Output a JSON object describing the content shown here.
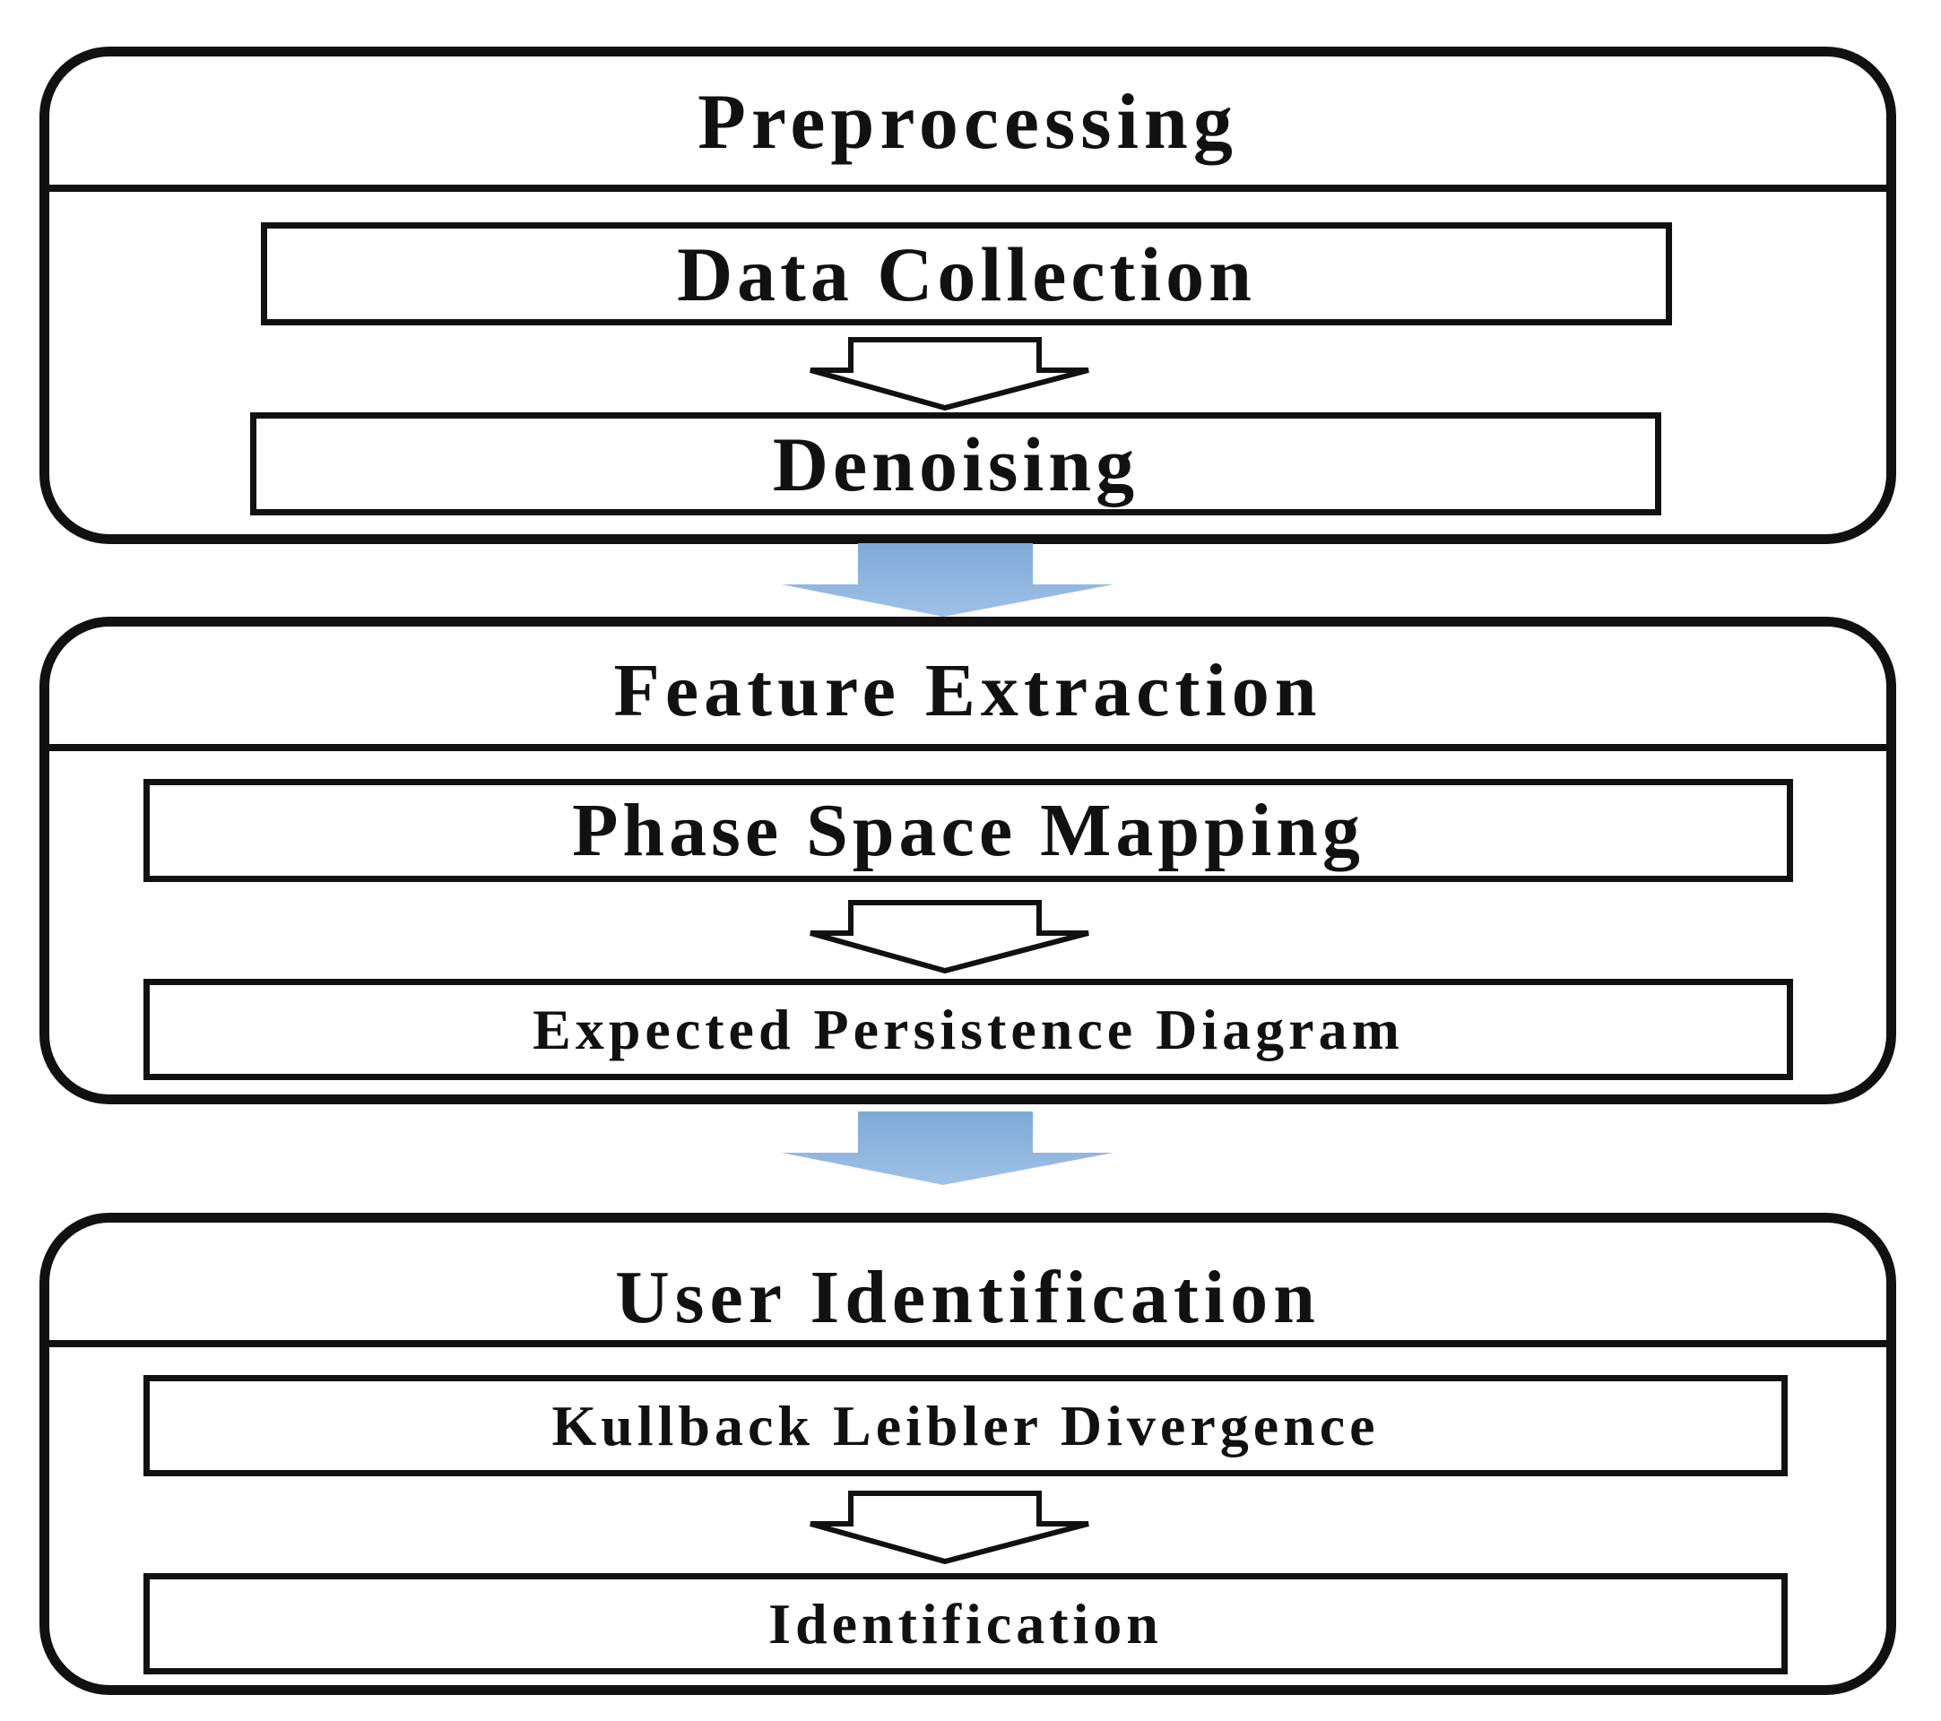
{
  "colors": {
    "outline": "#111111",
    "flow_arrow": "#8cb3dd",
    "background": "#ffffff"
  },
  "stages": [
    {
      "title": "Preprocessing",
      "steps": [
        "Data Collection",
        "Denoising"
      ]
    },
    {
      "title": "Feature Extraction",
      "steps": [
        "Phase Space Mapping",
        "Expected Persistence Diagram"
      ]
    },
    {
      "title": "User Identification",
      "steps": [
        "Kullback Leibler Divergence",
        "Identification"
      ]
    }
  ]
}
